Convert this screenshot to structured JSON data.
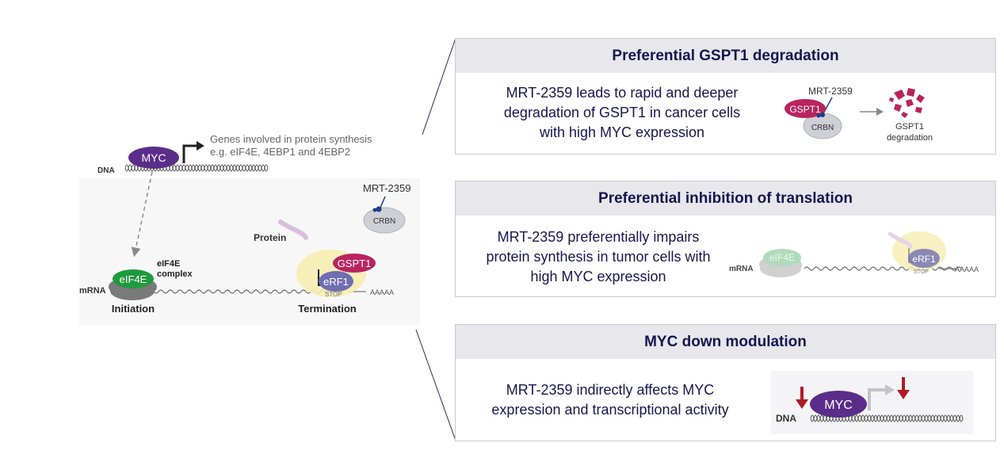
{
  "left_figure": {
    "myc": "MYC",
    "genes_line1": "Genes involved in protein synthesis",
    "genes_line2": "e.g. eIF4E, 4EBP1 and 4EBP2",
    "dna": "DNA",
    "mrt": "MRT-2359",
    "crbn": "CRBN",
    "protein": "Protein",
    "eif4e_complex_line1": "eIF4E",
    "eif4e_complex_line2": "complex",
    "eif4e": "eIF4E",
    "mrna": "mRNA",
    "gspt1": "GSPT1",
    "erf1": "eRF1",
    "stop": "STOP",
    "polya": "AAAAA",
    "initiation": "Initiation",
    "termination": "Termination"
  },
  "panels": [
    {
      "title": "Preferential GSPT1 degradation",
      "text_lines": [
        "MRT-2359 leads to rapid and deeper",
        "degradation of GSPT1 in cancer cells",
        "with high MYC expression"
      ],
      "fig": {
        "mrt": "MRT-2359",
        "gspt1": "GSPT1",
        "crbn": "CRBN",
        "degr_line1": "GSPT1",
        "degr_line2": "degradation"
      }
    },
    {
      "title": "Preferential inhibition of translation",
      "text_lines": [
        "MRT-2359 preferentially impairs",
        "protein synthesis in tumor cells with",
        "high MYC expression"
      ],
      "fig": {
        "eif4e": "eIF4E",
        "mrna": "mRNA",
        "erf1": "eRF1",
        "stop": "STOP",
        "polya": "AAAAA"
      }
    },
    {
      "title": "MYC down modulation",
      "text_lines": [
        "MRT-2359 indirectly affects MYC",
        "expression and transcriptional activity"
      ],
      "fig": {
        "myc": "MYC",
        "dna": "DNA"
      }
    }
  ],
  "colors": {
    "myc_purple": "#5b2d8a",
    "gspt1_magenta": "#b8245f",
    "eif4e_green": "#1e9a3c",
    "erf1_purple": "#6f6eb2",
    "down_arrow_red": "#b01c24",
    "title_navy": "#161650"
  }
}
